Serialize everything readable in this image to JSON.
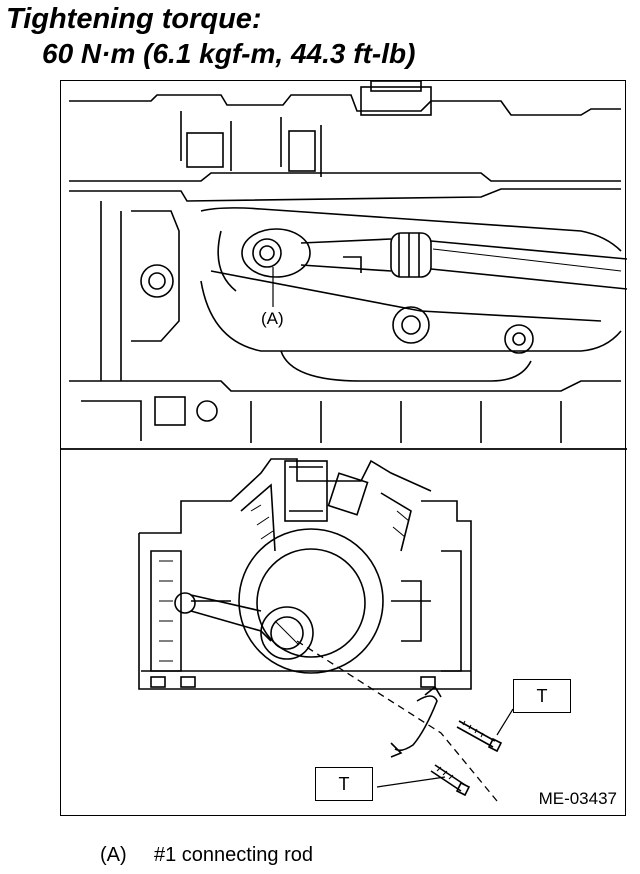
{
  "header": {
    "title": "Tightening torque:",
    "value": "60 N·m (6.1 kgf-m, 44.3 ft-lb)"
  },
  "figure": {
    "callout_a": "(A)",
    "torque_box_upper": "T",
    "torque_box_lower": "T",
    "code": "ME-03437"
  },
  "legend": [
    {
      "key": "(A)",
      "text": "#1 connecting rod"
    }
  ]
}
